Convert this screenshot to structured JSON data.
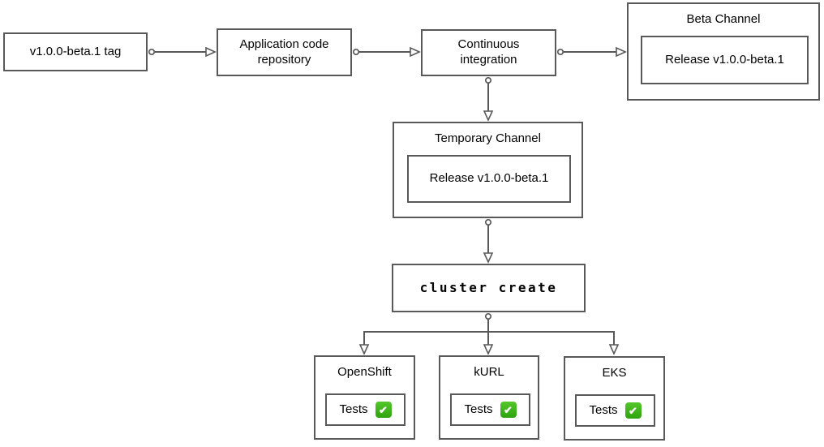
{
  "colors": {
    "stroke": "#595959",
    "text": "#000000",
    "background": "#ffffff",
    "check_green": "#2ea30e"
  },
  "nodes": {
    "tag": {
      "label": "v1.0.0-beta.1 tag"
    },
    "repo": {
      "label": "Application code repository"
    },
    "ci": {
      "label": "Continuous integration"
    },
    "beta_channel": {
      "title": "Beta Channel",
      "release_label": "Release v1.0.0-beta.1"
    },
    "temp_channel": {
      "title": "Temporary Channel",
      "release_label": "Release v1.0.0-beta.1"
    },
    "cluster_create": {
      "label": "cluster create"
    },
    "openshift": {
      "title": "OpenShift",
      "tests_label": "Tests",
      "status_icon": "check-mark-button",
      "status_glyph": "✔"
    },
    "kurl": {
      "title": "kURL",
      "tests_label": "Tests",
      "status_icon": "check-mark-button",
      "status_glyph": "✔"
    },
    "eks": {
      "title": "EKS",
      "tests_label": "Tests",
      "status_icon": "check-mark-button",
      "status_glyph": "✔"
    }
  }
}
